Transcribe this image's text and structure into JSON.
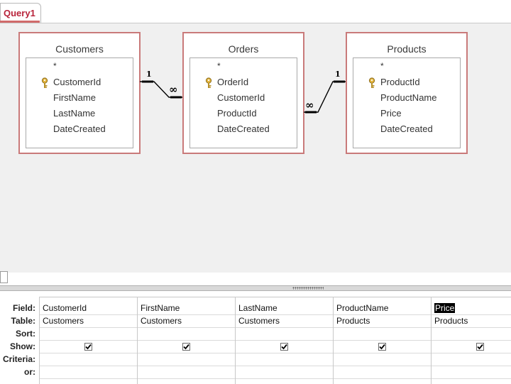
{
  "tab": {
    "label": "Query1"
  },
  "tables": [
    {
      "title": "Customers",
      "star": "*",
      "fields": [
        "CustomerId",
        "FirstName",
        "LastName",
        "DateCreated"
      ],
      "key_field": "CustomerId"
    },
    {
      "title": "Orders",
      "star": "*",
      "fields": [
        "OrderId",
        "CustomerId",
        "ProductId",
        "DateCreated"
      ],
      "key_field": "OrderId"
    },
    {
      "title": "Products",
      "star": "*",
      "fields": [
        "ProductId",
        "ProductName",
        "Price",
        "DateCreated"
      ],
      "key_field": "ProductId"
    }
  ],
  "relationships": [
    {
      "one_label": "1",
      "many_label": "∞"
    },
    {
      "one_label": "1",
      "many_label": "∞"
    }
  ],
  "grid": {
    "row_headers": [
      "Field:",
      "Table:",
      "Sort:",
      "Show:",
      "Criteria:",
      "or:"
    ],
    "columns": [
      {
        "field": "CustomerId",
        "table": "Customers",
        "show": true
      },
      {
        "field": "FirstName",
        "table": "Customers",
        "show": true
      },
      {
        "field": "LastName",
        "table": "Customers",
        "show": true
      },
      {
        "field": "ProductName",
        "table": "Products",
        "show": true
      },
      {
        "field": "Price",
        "table": "Products",
        "show": true
      }
    ]
  },
  "colors": {
    "tab_text": "#b8233a",
    "table_border": "#c97a7a",
    "canvas": "#f0f0f0"
  },
  "icons": {
    "key": "key-icon",
    "checkbox": "checkbox-checked-icon"
  }
}
